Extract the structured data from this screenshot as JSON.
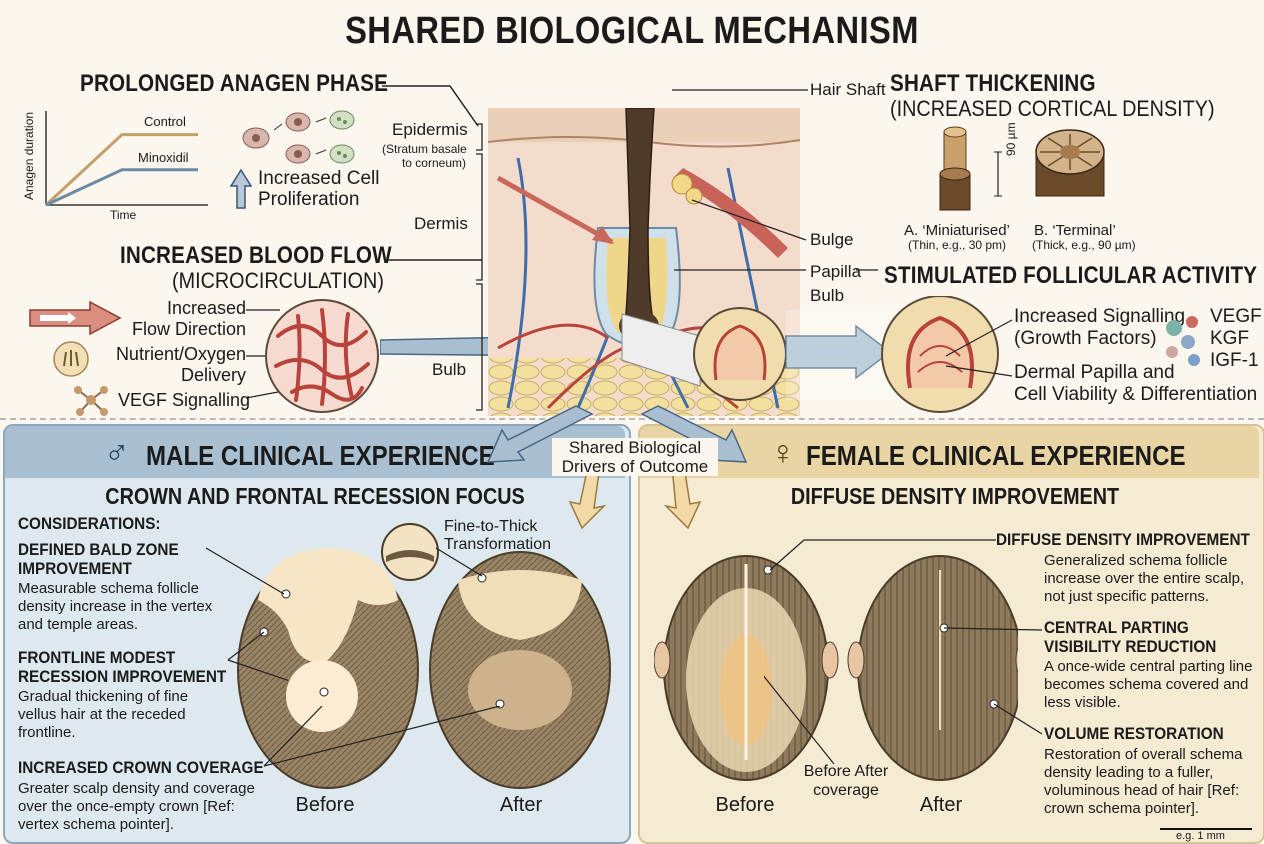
{
  "title": "SHARED BIOLOGICAL MECHANISM",
  "anagen": {
    "heading": "PROLONGED ANAGEN PHASE",
    "chart_ylabel": "Anagen duration",
    "chart_xlabel": "Time",
    "series_control": "Control",
    "series_minoxidil": "Minoxidil",
    "proliferation_line1": "Increased Cell",
    "proliferation_line2": "Proliferation"
  },
  "chart_data": {
    "type": "line",
    "xlabel": "Time",
    "ylabel": "Anagen duration",
    "series": [
      {
        "name": "Control",
        "x": [
          0,
          1,
          2
        ],
        "values": [
          0,
          2.4,
          2.4
        ]
      },
      {
        "name": "Minoxidil",
        "x": [
          0,
          1,
          2
        ],
        "values": [
          0,
          1.2,
          1.2
        ]
      }
    ]
  },
  "blood": {
    "heading": "INCREASED BLOOD FLOW",
    "subheading": "(MICROCIRCULATION)",
    "item1_line1": "Increased",
    "item1_line2": "Flow Direction",
    "item2_line1": "Nutrient/Oxygen",
    "item2_line2": "Delivery",
    "item3": "VEGF Signalling"
  },
  "anatomy": {
    "hair_shaft": "Hair Shaft",
    "epidermis": "Epidermis",
    "epidermis_note1": "(Stratum basale",
    "epidermis_note2": "to corneum)",
    "dermis": "Dermis",
    "bulb_left": "Bulb",
    "bulge": "Bulge",
    "papilla": "Papilla",
    "bulb_right": "Bulb"
  },
  "shaft": {
    "heading": "SHAFT THICKENING",
    "subheading": "(INCREASED CORTICAL DENSITY)",
    "measure": "90 µm",
    "a_label": "A. ‘Miniaturised’",
    "a_note": "(Thin, e.g., 30 pm)",
    "b_label": "B. ‘Terminal’",
    "b_note": "(Thick, e.g., 90 µm)"
  },
  "follicular": {
    "heading": "STIMULATED FOLLICULAR ACTIVITY",
    "signal_line1": "Increased Signalling",
    "signal_line2": "(Growth Factors)",
    "gf1": "VEGF",
    "gf2": "KGF",
    "gf3": "IGF-1",
    "papilla_line1": "Dermal Papilla and",
    "papilla_line2": "Cell Viability & Differentiation"
  },
  "shared_drivers_line1": "Shared Biological",
  "shared_drivers_line2": "Drivers of Outcome",
  "male": {
    "symbol": "♂",
    "title": "MALE CLINICAL EXPERIENCE",
    "subtitle": "CROWN AND FRONTAL RECESSION FOCUS",
    "considerations": "CONSIDERATIONS:",
    "s1_title1": "DEFINED BALD ZONE",
    "s1_title2": "IMPROVEMENT",
    "s1_body": "Measurable schema follicle density increase in the vertex and temple areas.",
    "s2_title1": "FRONTLINE MODEST",
    "s2_title2": "RECESSION IMPROVEMENT",
    "s2_body": "Gradual thickening of fine vellus hair at the receded frontline.",
    "s3_title": "INCREASED CROWN COVERAGE",
    "s3_body": "Greater scalp density and coverage over the once-empty crown [Ref: vertex schema pointer].",
    "inset1": "Fine-to-Thick",
    "inset2": "Transformation",
    "before": "Before",
    "after": "After"
  },
  "female": {
    "symbol": "♀",
    "title": "FEMALE CLINICAL EXPERIENCE",
    "subtitle": "DIFFUSE DENSITY IMPROVEMENT",
    "s1_title": "DIFFUSE DENSITY IMPROVEMENT",
    "s1_body": "Generalized schema follicle increase over the entire scalp, not just specific patterns.",
    "s2_title1": "CENTRAL PARTING",
    "s2_title2": "VISIBILITY REDUCTION",
    "s2_body": "A once-wide central parting line becomes schema covered and less visible.",
    "s3_title": "VOLUME RESTORATION",
    "s3_body": "Restoration of overall schema density leading to a fuller, voluminous head of hair [Ref: crown schema pointer].",
    "coverage1": "Before After",
    "coverage2": "coverage",
    "before": "Before",
    "after": "After",
    "scale": "e.g. 1 mm"
  },
  "colors": {
    "male_panel": "#dde8ef",
    "female_panel": "#f5ead2",
    "control_line": "#c4a06a",
    "minoxidil_line": "#6c8aa3",
    "arrow_red": "#c9675a",
    "arrow_blue": "#9fb5c8"
  }
}
